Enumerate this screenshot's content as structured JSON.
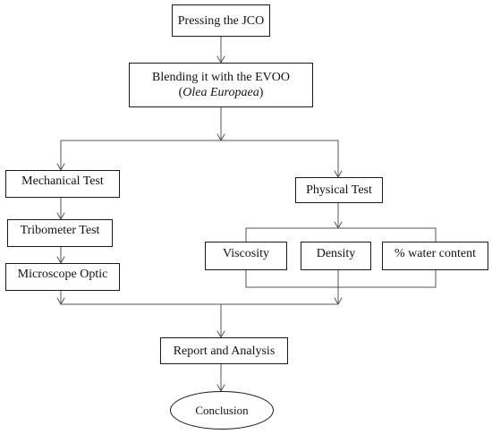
{
  "flowchart": {
    "nodes": {
      "pressing": "Pressing the JCO",
      "blending_line1": "Blending it with the EVOO",
      "blending_paren_open": "(",
      "blending_species": "Olea Europaea",
      "blending_paren_close": ")",
      "mechanical": "Mechanical Test",
      "tribometer": "Tribometer Test",
      "microscope": "Microscope Optic",
      "physical": "Physical Test",
      "viscosity": "Viscosity",
      "density": "Density",
      "water": "% water content",
      "report": "Report and Analysis",
      "conclusion": "Conclusion"
    },
    "colors": {
      "line": "#555555",
      "border": "#1a1a1a",
      "text": "#111111",
      "background": "#ffffff"
    }
  }
}
